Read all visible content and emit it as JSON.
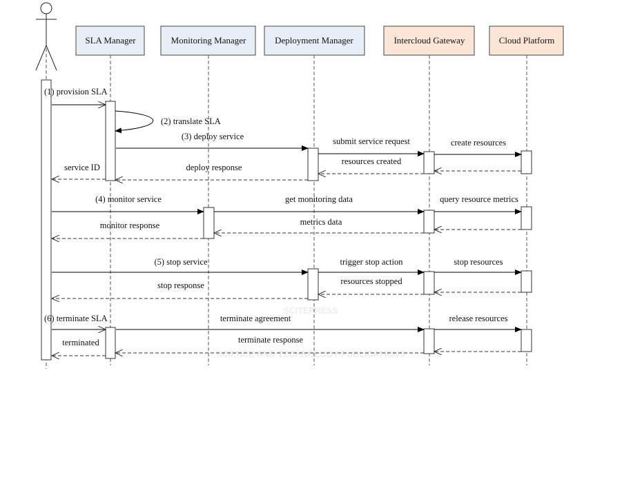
{
  "participants": [
    {
      "label": "SLA Manager",
      "color": "#e8eef6"
    },
    {
      "label": "Monitoring Manager",
      "color": "#e8eef6"
    },
    {
      "label": "Deployment Manager",
      "color": "#e8eef6"
    },
    {
      "label": "Intercloud Gateway",
      "color": "#fbe5d6"
    },
    {
      "label": "Cloud Platform",
      "color": "#fbe5d6"
    }
  ],
  "messages": {
    "m1": "(1) provision SLA",
    "m2": "(2) translate SLA",
    "m3": "(3) deploy service",
    "submit": "submit service request",
    "create": "create resources",
    "created": "resources created",
    "deploy_resp": "deploy response",
    "service_id": "service ID",
    "m4": "(4) monitor service",
    "get_mon": "get monitoring data",
    "query": "query resource metrics",
    "metrics": "metrics data",
    "mon_resp": "monitor response",
    "m5": "(5) stop service",
    "trigger": "trigger stop action",
    "stop_res": "stop resources",
    "stopped": "resources stopped",
    "stop_resp": "stop response",
    "m6": "(6) terminate SLA",
    "term_agree": "terminate agreement",
    "release": "release resources",
    "term_resp": "terminate response",
    "terminated": "terminated"
  },
  "watermark": {
    "title": "SCITEPRESS",
    "subtitle": "SCIENCE AND TECHNOLOGY PUBLICATIONS"
  }
}
